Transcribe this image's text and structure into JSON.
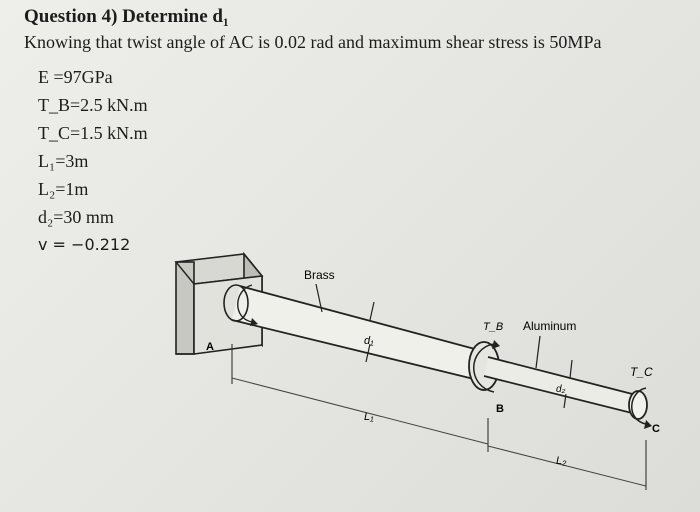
{
  "problem": {
    "title": "Question 4) Determine d₁",
    "statement": "Knowing that twist angle of AC is 0.02 rad and maximum shear stress is 50MPa",
    "given": [
      "E =97GPa",
      "T_B=2.5 kN.m",
      "T_C=1.5 kN.m",
      "L₁=3m",
      "L₂=1m",
      "d₂=30 mm",
      "v = −0.212"
    ]
  },
  "figure": {
    "labels": {
      "brass": "Brass",
      "aluminum": "Aluminum",
      "point_a": "A",
      "point_b": "B",
      "point_c": "C",
      "torque_b": "T_B",
      "torque_c": "T_C",
      "diameter_1": "d₁",
      "diameter_2": "d₂",
      "length_1": "L₁",
      "length_2": "L₂"
    }
  }
}
